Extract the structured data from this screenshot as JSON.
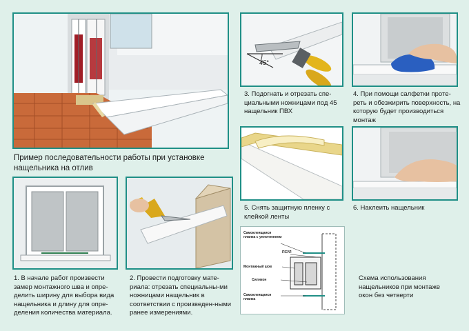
{
  "main": {
    "caption": "Пример последовательности работы при установке нащельника на отлив"
  },
  "steps": [
    {
      "caption": "1. В начале работ произвести замер монтажного шва и опре-делить ширину для выбора вида нащельника и длину для опре-деления количества материала."
    },
    {
      "caption": "2. Провести подготовку мате-риала: отрезать специальны-ми ножницами нащельник в соответствии с произведен-ными ранее измерениями."
    },
    {
      "caption": "3. Подогнать и отрезать спе-циальными ножницами под 45 нащельник ПВХ",
      "angle_label": "45°"
    },
    {
      "caption": "4. При помощи салфетки протe-реть и обезжирить поверхность, на которую будет производиться монтаж"
    },
    {
      "caption": "5. Снять защитную пленку с клейкой ленты"
    },
    {
      "caption": "6. Наклеить нащельник"
    }
  ],
  "scheme": {
    "caption": "Схема использования нащельников при монтаже окон без четверти",
    "labels": {
      "top": "Самоклеящаяся планка с уплотнением",
      "psul": "ПСУЛ",
      "mount": "Монтажный шов",
      "sealant": "Силикон",
      "bottom": "Самоклеящаяся планка"
    }
  },
  "colors": {
    "accent": "#1f8f86",
    "background": "#dff0ea",
    "brick": "#c96a3a",
    "handle_yellow": "#e3b51c"
  }
}
